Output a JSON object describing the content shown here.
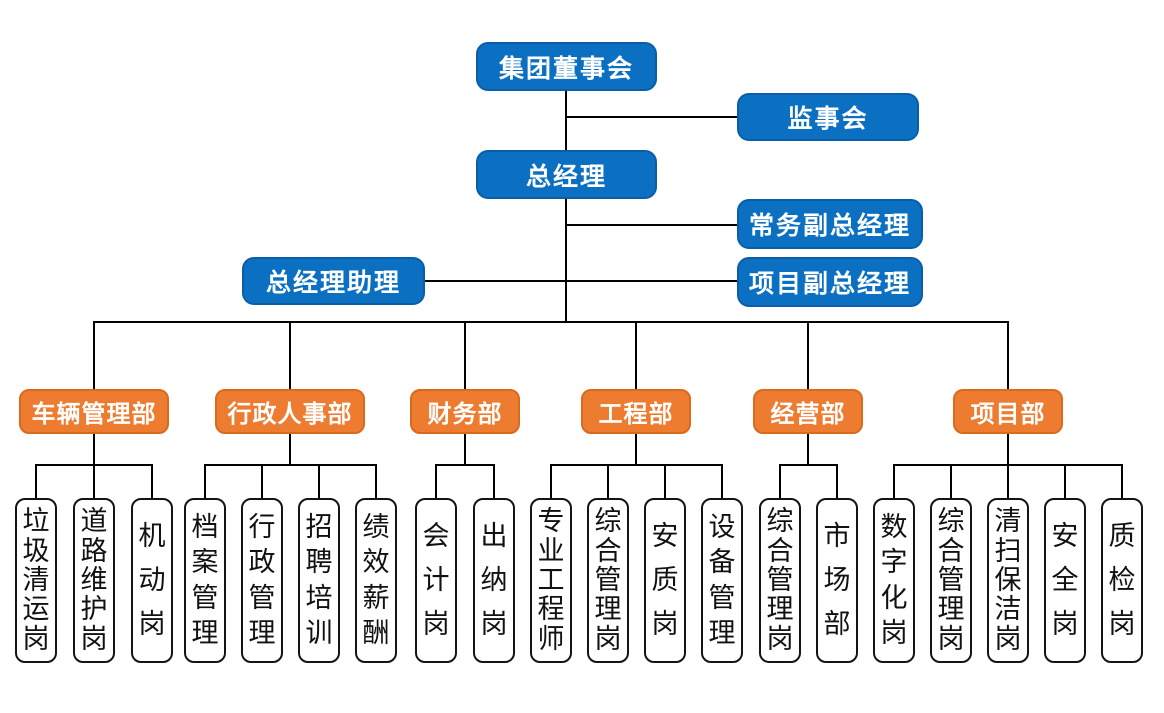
{
  "palette": {
    "node_blue": "#0C70C2",
    "node_blue_border": "#0A5EA8",
    "dept_orange": "#ED7C30",
    "dept_orange_border": "#D96A1D",
    "post_border": "#141414",
    "connector": "#000000",
    "text_on_color": "#FFFFFF",
    "text_on_white": "#111111"
  },
  "leadership": {
    "board": "集团董事会",
    "supervisory": "监事会",
    "gm": "总经理",
    "exec_deputy": "常务副总经理",
    "assistant": "总经理助理",
    "project_deputy": "项目副总经理"
  },
  "departments": [
    {
      "label": "车辆管理部",
      "posts": [
        "垃圾清运岗",
        "道路维护岗",
        "机动岗"
      ]
    },
    {
      "label": "行政人事部",
      "posts": [
        "档案管理",
        "行政管理",
        "招聘培训",
        "绩效薪酬"
      ]
    },
    {
      "label": "财务部",
      "posts": [
        "会计岗",
        "出纳岗"
      ]
    },
    {
      "label": "工程部",
      "posts": [
        "专业工程师",
        "综合管理岗",
        "安质岗",
        "设备管理"
      ]
    },
    {
      "label": "经营部",
      "posts": [
        "综合管理岗",
        "市场部"
      ]
    },
    {
      "label": "项目部",
      "posts": [
        "数字化岗",
        "综合管理岗",
        "清扫保洁岗",
        "安全岗",
        "质检岗"
      ]
    }
  ]
}
